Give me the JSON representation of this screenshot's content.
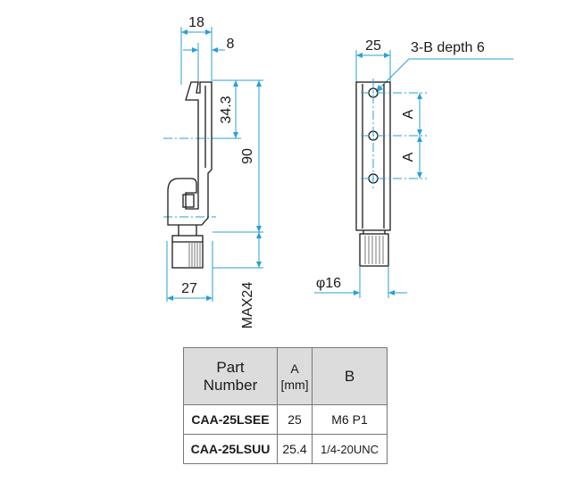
{
  "drawing": {
    "left_view": {
      "dim_top_width": "18",
      "dim_top_offset": "8",
      "dim_upper_height": "34.3",
      "dim_total_height": "90",
      "dim_base_width": "27",
      "dim_max": "MAX24"
    },
    "right_view": {
      "dim_width": "25",
      "hole_callout": "3-B depth 6",
      "dim_pitch_upper": "A",
      "dim_pitch_lower": "A",
      "dim_diameter": "φ16"
    }
  },
  "table": {
    "headers": {
      "part_line1": "Part",
      "part_line2": "Number",
      "a_line1": "A",
      "a_line2": "[mm]",
      "b": "B"
    },
    "rows": [
      {
        "part": "CAA-25LSEE",
        "a": "25",
        "b": "M6 P1"
      },
      {
        "part": "CAA-25LSUU",
        "a": "25.4",
        "b": "1/4-20UNC"
      }
    ]
  }
}
